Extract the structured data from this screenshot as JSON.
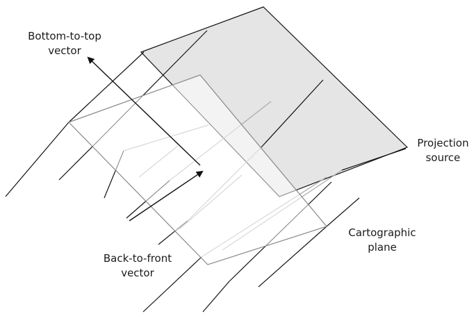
{
  "labels": {
    "bottom_to_top": [
      "Bottom-to-top",
      "vector"
    ],
    "projection_source": [
      "Projection",
      "source"
    ],
    "cartographic_plane": [
      "Cartographic",
      "plane"
    ],
    "back_to_front": [
      "Back-to-front",
      "vector"
    ]
  },
  "colors": {
    "projection_source_fill": "#e5e5e5",
    "cartographic_plane_fill": "#ffffff",
    "cartographic_plane_opacity": 0.55,
    "line": "#111111",
    "plane_edge": "#888888",
    "ray_through_plane": "#a8a8a8"
  }
}
